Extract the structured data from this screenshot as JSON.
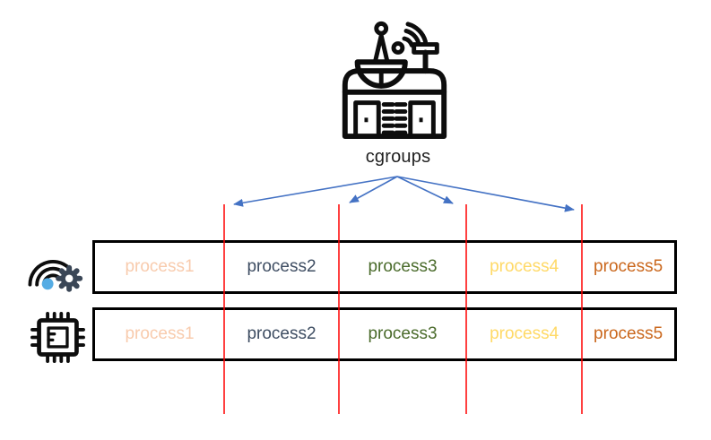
{
  "diagram": {
    "title": "cgroups",
    "station_icon": "ground-station-icon"
  },
  "colors": {
    "arrow_blue": "#4472C4",
    "divider_red": "#FF0000",
    "box_border": "#000000",
    "title_text": "#1F1F1F",
    "gear_dark": "#3A4656",
    "wifi_dot_blue": "#55ACE4"
  },
  "rows": [
    {
      "name": "network-row",
      "icon": "wifi-gear-icon",
      "processes": [
        {
          "label": "process1",
          "color": "#F8CBAD"
        },
        {
          "label": "process2",
          "color": "#3E4D62"
        },
        {
          "label": "process3",
          "color": "#4A6B2B"
        },
        {
          "label": "process4",
          "color": "#FFD966"
        },
        {
          "label": "process5",
          "color": "#CA671C"
        }
      ]
    },
    {
      "name": "cpu-row",
      "icon": "cpu-chip-icon",
      "processes": [
        {
          "label": "process1",
          "color": "#F8CBAD"
        },
        {
          "label": "process2",
          "color": "#3E4D62"
        },
        {
          "label": "process3",
          "color": "#4A6B2B"
        },
        {
          "label": "process4",
          "color": "#FFD966"
        },
        {
          "label": "process5",
          "color": "#CA671C"
        }
      ]
    }
  ]
}
